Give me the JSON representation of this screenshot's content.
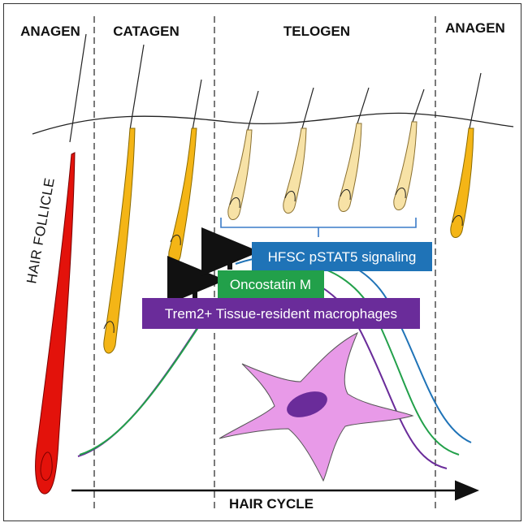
{
  "phases": {
    "anagen_left": "ANAGEN",
    "catagen": "CATAGEN",
    "telogen": "TELOGEN",
    "anagen_right": "ANAGEN"
  },
  "side_label": "HAIR FOLLICLE",
  "axis_label": "HAIR CYCLE",
  "boxes": {
    "hfsc": "HFSC pSTAT5 signaling",
    "oncostatin": "Oncostatin M",
    "trem2": "Trem2+ Tissue-resident macrophages"
  },
  "colors": {
    "hfsc": "#1f73b7",
    "oncostatin": "#22a04a",
    "trem2": "#6a2c9a",
    "anagen_follicle": "#e3120b",
    "catagen_follicle": "#f4b516",
    "telogen_follicle": "#f7e2a6",
    "macrophage_body": "#e89ae8",
    "macrophage_nucleus": "#6a2c9a"
  }
}
